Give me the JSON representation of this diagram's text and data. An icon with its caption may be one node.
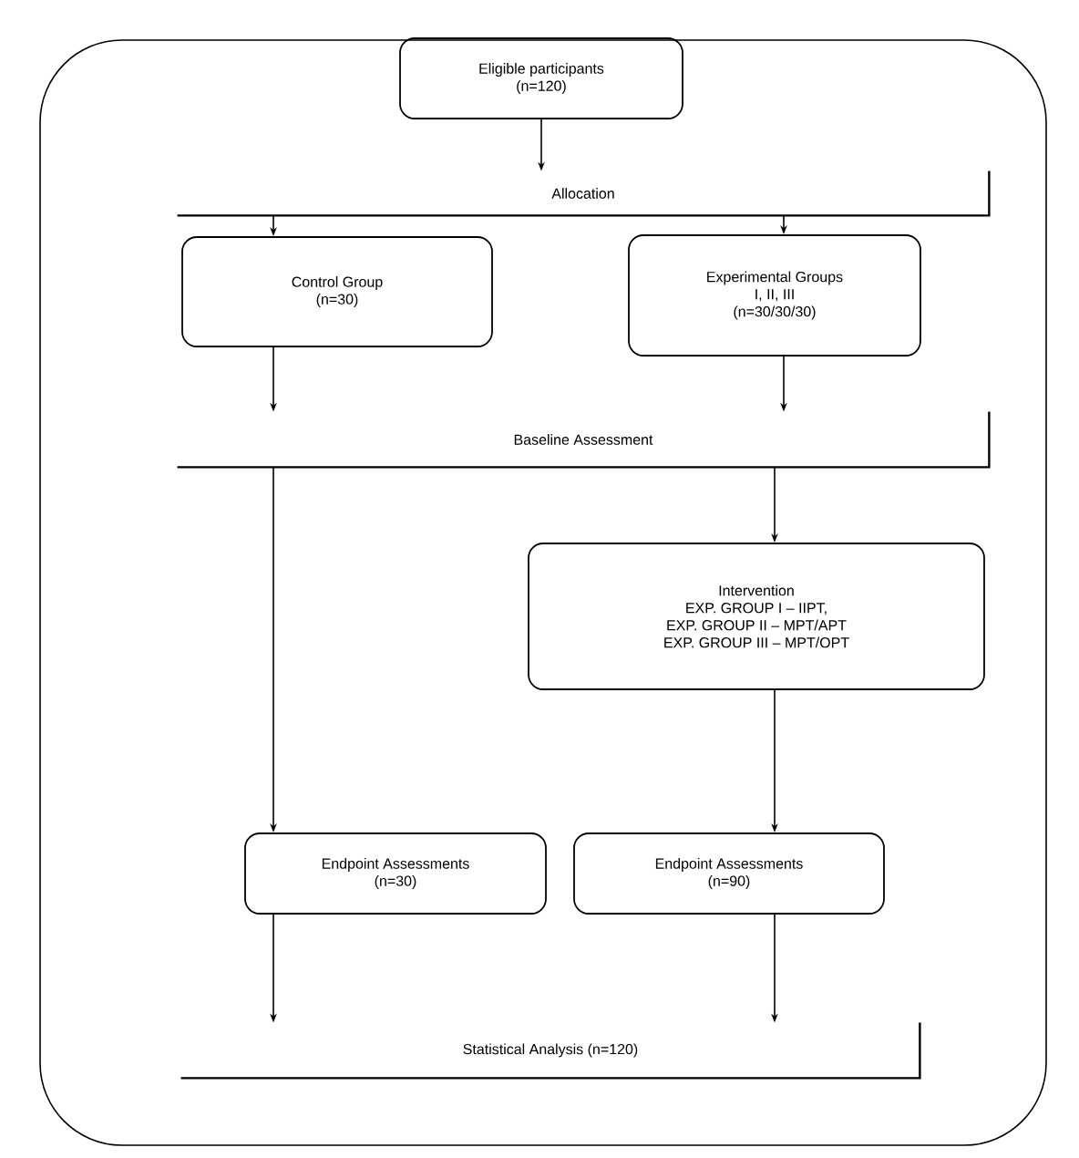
{
  "diagram": {
    "nodes": [
      {
        "text": [
          "Eligible participants",
          "(n=120)"
        ]
      },
      {
        "text": [
          "Allocation"
        ]
      },
      {
        "text": [
          "Control Group",
          "(n=30)"
        ]
      },
      {
        "text": [
          "Experimental Groups",
          "I, II, III",
          "(n=30/30/30)"
        ]
      },
      {
        "text": [
          "Baseline Assessment"
        ]
      },
      {
        "text": [
          "Intervention",
          "EXP. GROUP I – IIPT,",
          "EXP. GROUP II – MPT/APT",
          "EXP. GROUP III – MPT/OPT"
        ]
      },
      {
        "text": [
          "Endpoint Assessments",
          "(n=30)"
        ]
      },
      {
        "text": [
          "Endpoint Assessments",
          "(n=90)"
        ]
      },
      {
        "text": [
          "Statistical Analysis (n=120)"
        ]
      }
    ],
    "edges": [
      {
        "from": 0,
        "to": 1,
        "arrow": "to"
      },
      {
        "from": 1,
        "to": 2,
        "arrow": "to"
      },
      {
        "from": 1,
        "to": 3,
        "arrow": "to"
      },
      {
        "from": 2,
        "to": 4,
        "arrow": "to"
      },
      {
        "from": 3,
        "to": 4,
        "arrow": "to"
      },
      {
        "from": 4,
        "to": 6,
        "arrow": "to"
      },
      {
        "from": 4,
        "to": 5,
        "arrow": "to"
      },
      {
        "from": 5,
        "to": 7,
        "arrow": "to"
      },
      {
        "from": 6,
        "to": 8,
        "arrow": "to"
      },
      {
        "from": 7,
        "to": 8,
        "arrow": "to"
      }
    ]
  }
}
